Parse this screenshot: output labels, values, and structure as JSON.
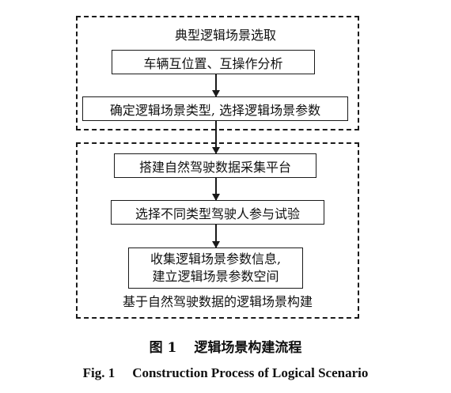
{
  "diagram": {
    "top_group": {
      "title": "典型逻辑场景选取",
      "steps": [
        "车辆互位置、互操作分析",
        "确定逻辑场景类型, 选择逻辑场景参数"
      ]
    },
    "bottom_group": {
      "title": "基于自然驾驶数据的逻辑场景构建",
      "steps": [
        "搭建自然驾驶数据采集平台",
        "选择不同类型驾驶人参与试验"
      ],
      "final_step": {
        "line1": "收集逻辑场景参数信息,",
        "line2": "建立逻辑场景参数空间"
      }
    }
  },
  "caption": {
    "cn_label": "图 1",
    "cn_title": "逻辑场景构建流程",
    "en_label": "Fig. 1",
    "en_title": "Construction Process of Logical Scenario"
  }
}
